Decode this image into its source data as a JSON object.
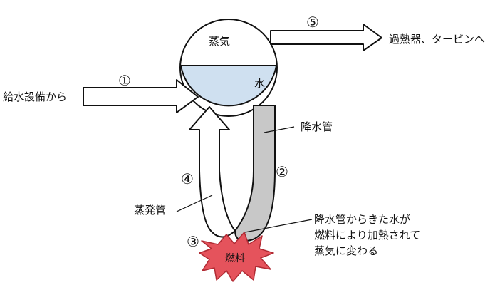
{
  "labels": {
    "steam": "蒸気",
    "water": "水",
    "supply_source": "給水設備から",
    "destination": "過熱器、タービンへ",
    "downcomer": "降水管",
    "riser": "蒸発管",
    "fuel": "燃料",
    "explanation": [
      "降水管からきた水が",
      "燃料により加熱されて",
      "蒸気に変わる"
    ]
  },
  "numbers": {
    "n1": "①",
    "n2": "②",
    "n3": "③",
    "n4": "④",
    "n5": "⑤"
  },
  "colors": {
    "water": "#cfe0f0",
    "downcomer": "#c8c8c8",
    "fuel_burst": "#e5535c",
    "outline": "#111111"
  }
}
